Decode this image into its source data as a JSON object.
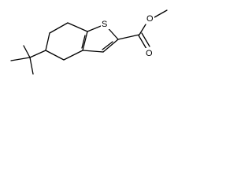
{
  "molecule": {
    "atoms": {
      "sulfur": "S",
      "carbonyl_oxygen": "O",
      "ester_oxygen": "O"
    }
  }
}
